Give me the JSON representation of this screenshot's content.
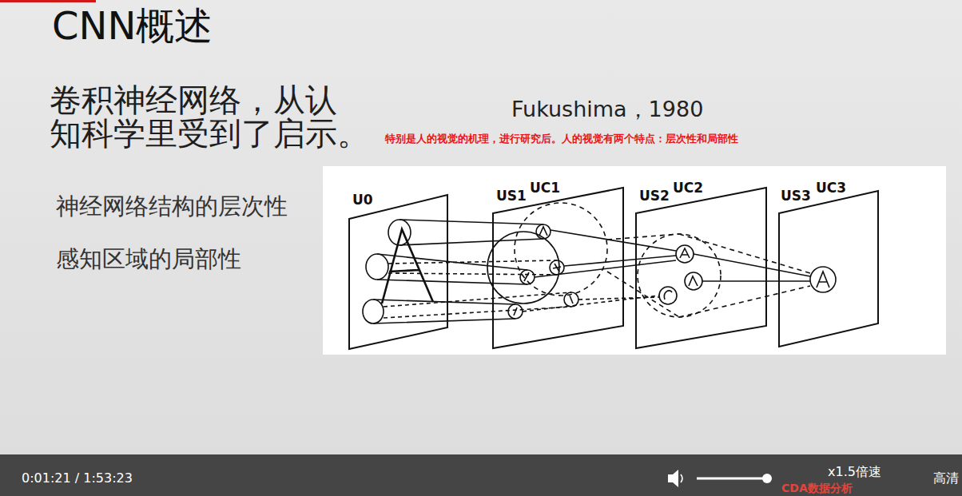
{
  "diagram": {
    "title": "CNN概述",
    "nodes": [
      {
        "text": [
          "U0"
        ]
      },
      {
        "text": [
          "US1",
          "UC1"
        ]
      },
      {
        "text": [
          "US2",
          "UC2"
        ]
      },
      {
        "text": [
          "US3",
          "UC3"
        ]
      }
    ],
    "labels": [
      "卷积神经网络，从认 知科学里受到了启示。",
      "Fukushima，1980",
      "特别是人的视觉的机理，进行研究后。人的视觉有两个特点：层次性和局部性",
      "神经网络结构的层次性",
      "感知区域的局部性",
      "0:01:21 / 1:53:23",
      "x1.5倍速",
      "高清",
      "CDA数据分析"
    ]
  }
}
